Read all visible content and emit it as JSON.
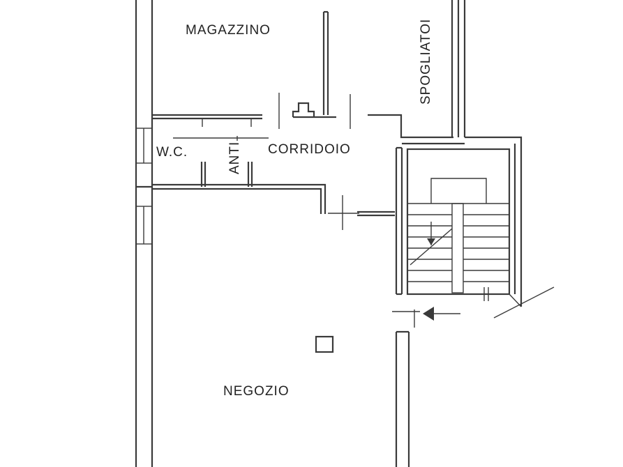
{
  "floor_plan": {
    "rooms": {
      "magazzino": "MAGAZZINO",
      "spogliatoio": "SPOGLIATOI",
      "wc": "W.C.",
      "anti": "ANTI",
      "corridoio": "CORRIDOIO",
      "negozio": "NEGOZIO"
    },
    "colors": {
      "wall": "#3a3a3a",
      "background": "#ffffff"
    }
  }
}
